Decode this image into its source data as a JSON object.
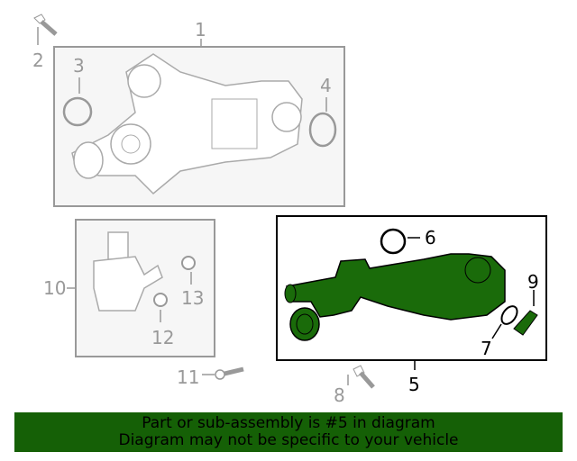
{
  "diagram": {
    "callouts": [
      "1",
      "2",
      "3",
      "4",
      "5",
      "6",
      "7",
      "8",
      "9",
      "10",
      "11",
      "12",
      "13"
    ],
    "highlighted_part": "5",
    "highlight_color": "#1a6b0a",
    "banner_color": "#156006"
  },
  "banner": {
    "line1": "Part or sub-assembly is #5 in diagram",
    "line2": "Diagram may not be specific to your vehicle"
  }
}
